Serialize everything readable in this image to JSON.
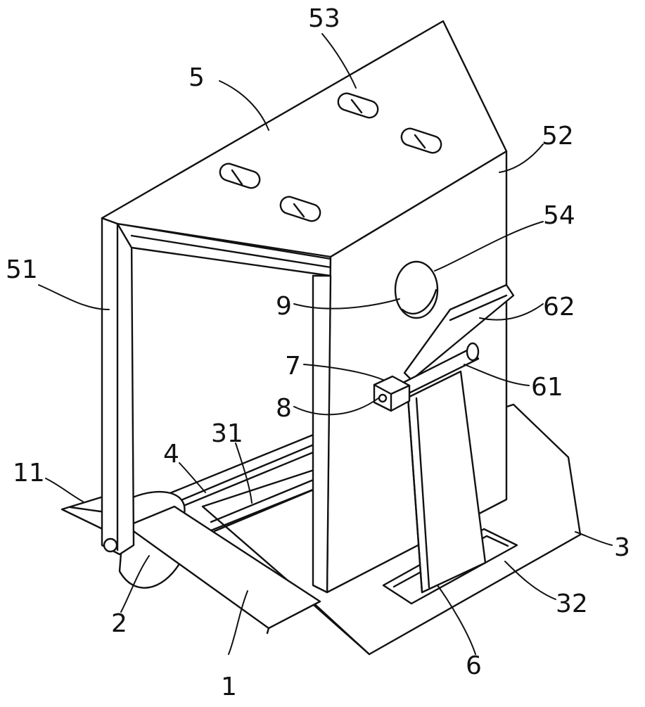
{
  "labels": {
    "l1": "1",
    "l2": "2",
    "l3": "3",
    "l4": "4",
    "l5": "5",
    "l6": "6",
    "l7": "7",
    "l8": "8",
    "l9": "9",
    "l11": "11",
    "l31": "31",
    "l32": "32",
    "l51": "51",
    "l52": "52",
    "l53": "53",
    "l54": "54",
    "l61": "61",
    "l62": "62"
  }
}
